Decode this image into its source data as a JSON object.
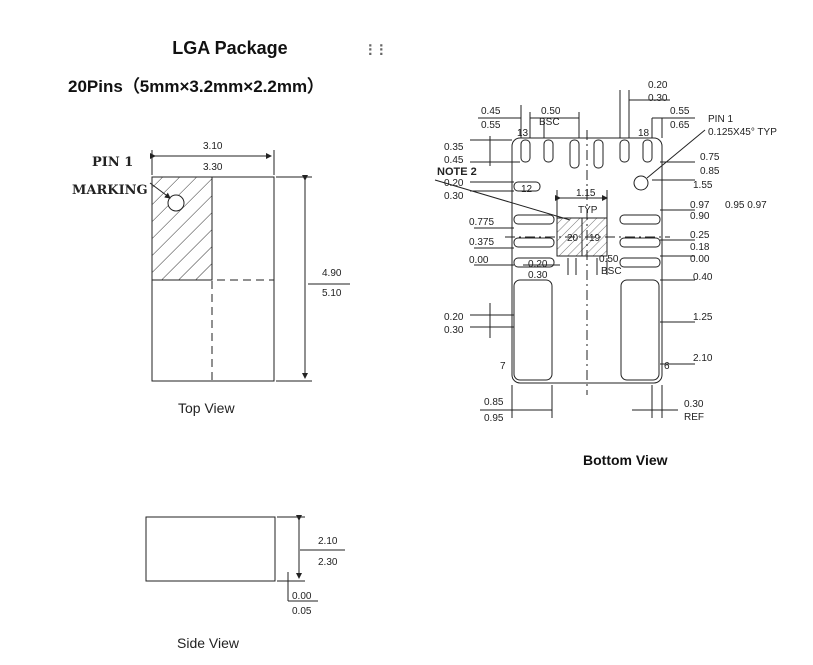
{
  "header": {
    "title": "LGA Package",
    "subtitle": "20Pins（5mm×3.2mm×2.2mm）",
    "drag_handle_icon": "drag-handle-icon"
  },
  "top_view": {
    "caption": "Top View",
    "pin_label": "PIN 1",
    "marking_label": "MARKING",
    "width_min": "3.10",
    "width_max": "3.30",
    "length_min": "4.90",
    "length_max": "5.10"
  },
  "side_view": {
    "caption": "Side View",
    "height_min": "2.10",
    "height_max": "2.30",
    "standoff_min": "0.00",
    "standoff_max": "0.05"
  },
  "bottom_view": {
    "caption": "Bottom View",
    "pin_labels": [
      "13",
      "18",
      "12",
      "7",
      "6",
      "20",
      "19"
    ],
    "note": "NOTE 2",
    "pin1_label": "PIN 1",
    "pin1_chamfer": "0.125X45° TYP",
    "dims_top": {
      "a_min": "0.20",
      "a_max": "0.30",
      "b_min": "0.45",
      "b_max": "0.55",
      "pitch": "0.50",
      "pitch_note": "BSC",
      "c_min": "0.55",
      "c_max": "0.65"
    },
    "dims_left": {
      "d1_min": "0.35",
      "d1_max": "0.45",
      "d2_min": "0.20",
      "d2_max": "0.30",
      "d3": "0.775",
      "d4": "0.375",
      "d5": "0.00",
      "d6_min": "0.20",
      "d6_max": "0.30"
    },
    "dims_right": {
      "r1_min": "0.75",
      "r1_max": "0.85",
      "r2": "1.55",
      "r3_min": "0.97",
      "r3_max": "0.90",
      "r3_extra": "0.95 0.97",
      "r4_min": "0.25",
      "r4_max": "0.18",
      "r5": "0.00",
      "r6": "0.40",
      "r7": "1.25",
      "r8": "2.10"
    },
    "dims_center": {
      "typ_value": "1.15",
      "typ_note": "TYP",
      "w_min": "0.20",
      "w_max": "0.30",
      "pitch": "0.50",
      "pitch_note": "BSC"
    },
    "dims_bottom": {
      "e_min": "0.85",
      "e_max": "0.95",
      "ref_value": "0.30",
      "ref_note": "REF"
    }
  }
}
